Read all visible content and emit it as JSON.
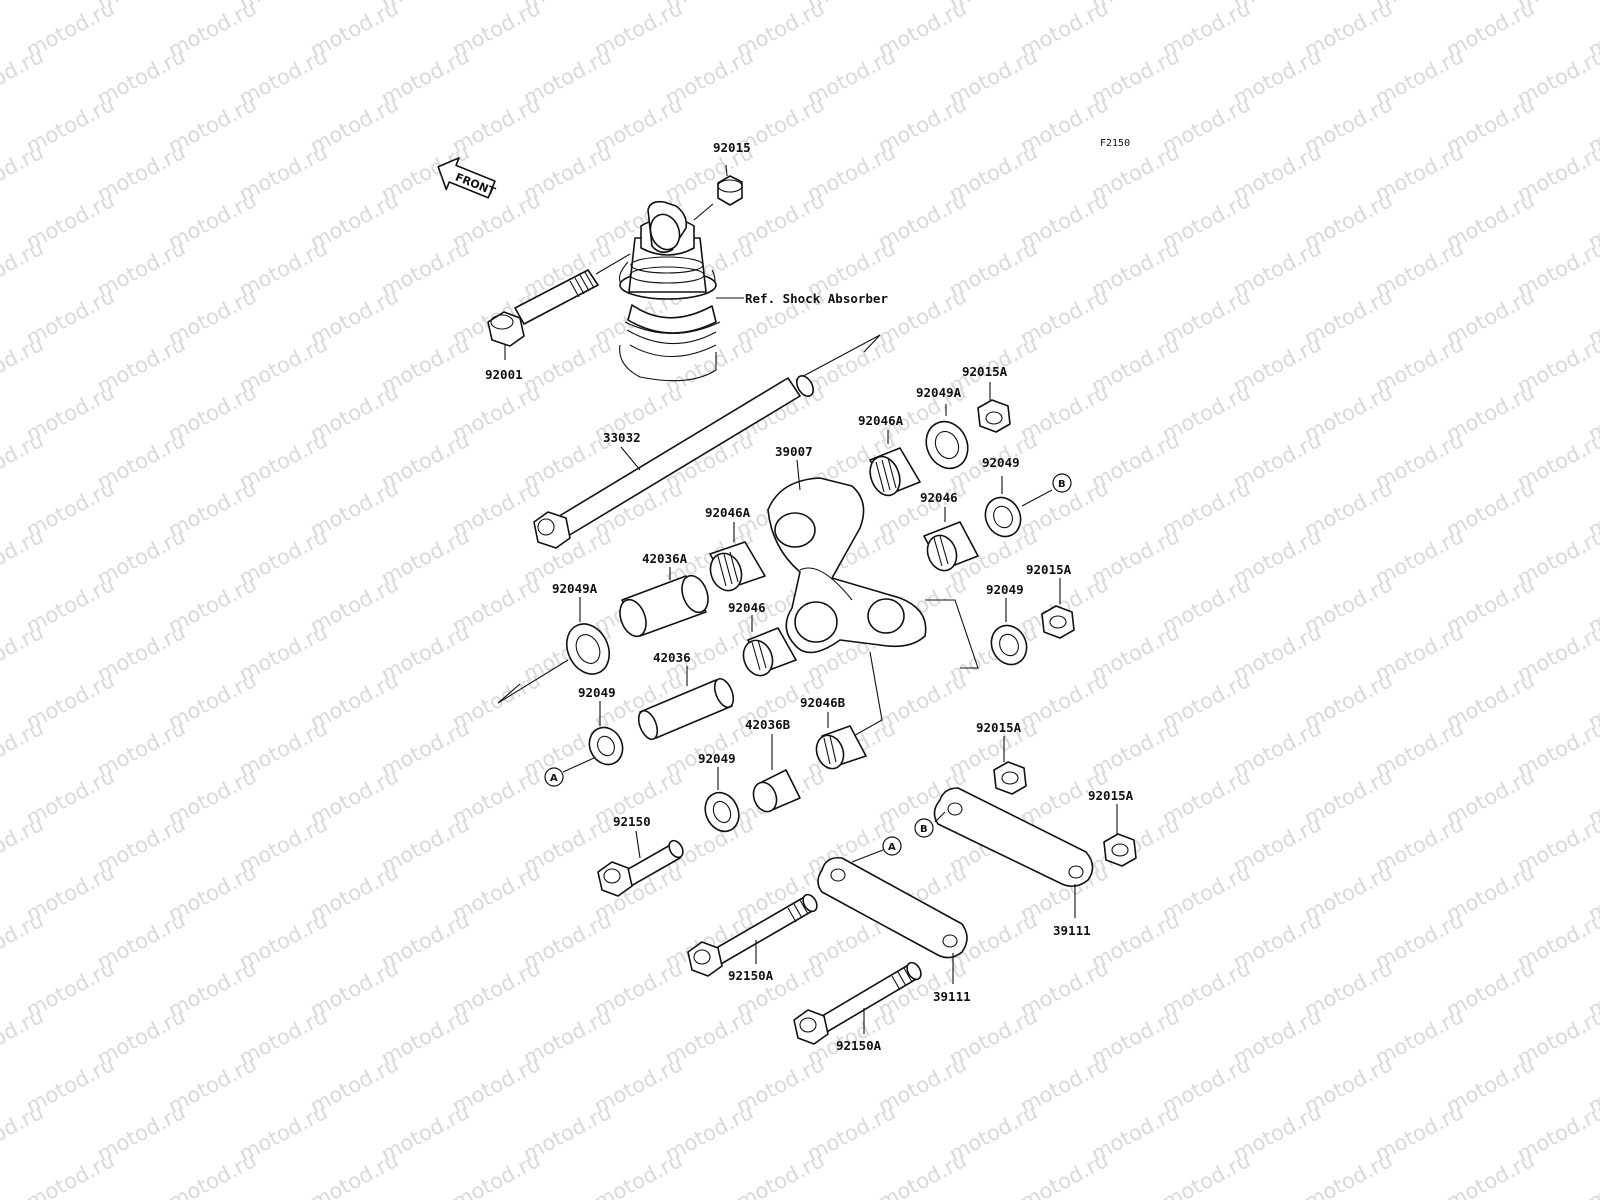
{
  "diagram": {
    "figure_code": "F2150",
    "watermark_text": "motod.ru",
    "front_label": "FRONT",
    "reference_note": "Ref. Shock Absorber",
    "parts": [
      {
        "id": "92015",
        "label": "92015"
      },
      {
        "id": "92001",
        "label": "92001"
      },
      {
        "id": "33032",
        "label": "33032"
      },
      {
        "id": "39007",
        "label": "39007"
      },
      {
        "id": "92046A_top",
        "label": "92046A"
      },
      {
        "id": "92049A_top",
        "label": "92049A"
      },
      {
        "id": "92015A_top",
        "label": "92015A"
      },
      {
        "id": "92049_right_top",
        "label": "92049"
      },
      {
        "id": "92046_right",
        "label": "92046"
      },
      {
        "id": "92046A_left",
        "label": "92046A"
      },
      {
        "id": "42036A",
        "label": "42036A"
      },
      {
        "id": "92049A_left",
        "label": "92049A"
      },
      {
        "id": "92046_mid",
        "label": "92046"
      },
      {
        "id": "92015A_mid",
        "label": "92015A"
      },
      {
        "id": "92049_right_mid",
        "label": "92049"
      },
      {
        "id": "42036",
        "label": "42036"
      },
      {
        "id": "92049_left",
        "label": "92049"
      },
      {
        "id": "92046B",
        "label": "92046B"
      },
      {
        "id": "42036B",
        "label": "42036B"
      },
      {
        "id": "92049_lower",
        "label": "92049"
      },
      {
        "id": "92015A_lower",
        "label": "92015A"
      },
      {
        "id": "92150",
        "label": "92150"
      },
      {
        "id": "92015A_far",
        "label": "92015A"
      },
      {
        "id": "39111_right",
        "label": "39111"
      },
      {
        "id": "92150A_upper",
        "label": "92150A"
      },
      {
        "id": "39111_lower",
        "label": "39111"
      },
      {
        "id": "92150A_lower",
        "label": "92150A"
      }
    ],
    "ref_markers": [
      "A",
      "B"
    ]
  }
}
